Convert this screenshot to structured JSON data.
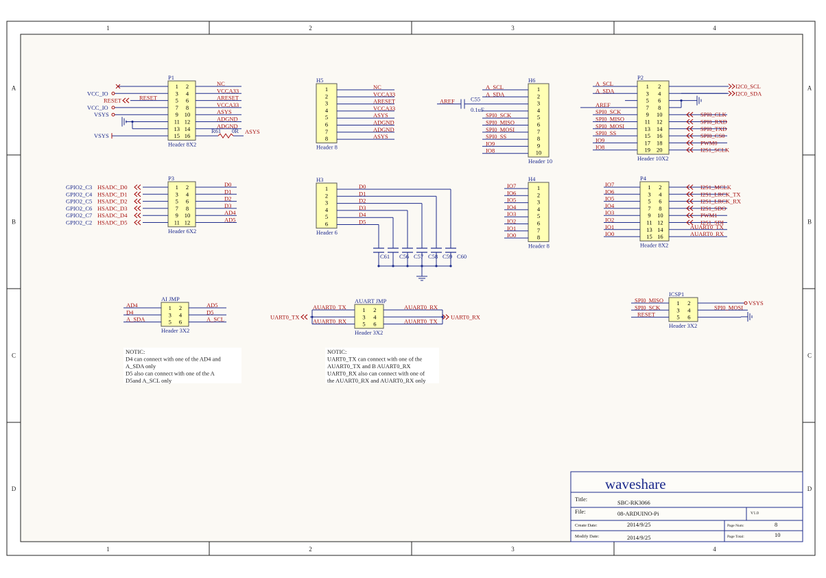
{
  "frame": {
    "top_cols": [
      "1",
      "2",
      "3",
      "4"
    ],
    "bottom_cols": [
      "1",
      "2",
      "3",
      "4"
    ],
    "left_rows": [
      "A",
      "B",
      "C",
      "D"
    ],
    "right_rows": [
      "A",
      "B",
      "C",
      "D"
    ]
  },
  "p1": {
    "ref": "P1",
    "footer": "Header 8X2",
    "pins": [
      [
        "1",
        "2"
      ],
      [
        "3",
        "4"
      ],
      [
        "5",
        "6"
      ],
      [
        "7",
        "8"
      ],
      [
        "9",
        "10"
      ],
      [
        "11",
        "12"
      ],
      [
        "13",
        "14"
      ],
      [
        "15",
        "16"
      ]
    ],
    "right_nets": [
      "NC",
      "VCCA33",
      "ARESET",
      "VCCA33",
      "ASYS",
      "ADGND",
      "ADGND"
    ],
    "left_nets": [
      "VCC_IO",
      "RESET",
      "VCC_IO",
      "VSYS",
      "VSYS"
    ],
    "reset_label": "RESET",
    "resistor_ref": "R61",
    "resistor_val": "0R",
    "resistor_net": "ASYS"
  },
  "h5": {
    "ref": "H5",
    "footer": "Header 8",
    "pins": [
      "1",
      "2",
      "3",
      "4",
      "5",
      "6",
      "7",
      "8"
    ],
    "nets": [
      "NC",
      "VCCA33",
      "ARESET",
      "VCCA33",
      "ASYS",
      "ADGND",
      "ADGND",
      "ASYS"
    ]
  },
  "h6": {
    "ref": "H6",
    "footer": "Header 10",
    "pins": [
      "1",
      "2",
      "3",
      "4",
      "5",
      "6",
      "7",
      "8",
      "9",
      "10"
    ],
    "nets": [
      "A_SCL",
      "A_SDA",
      "",
      "",
      "SPI0_SCK",
      "SPI0_MISO",
      "SPI0_MOSI",
      "SPI0_SS",
      "IO9",
      "IO8"
    ],
    "aref": "AREF",
    "cap_ref": "C55",
    "cap_val": "0.1uF"
  },
  "p2": {
    "ref": "P2",
    "footer": "Header 10X2",
    "pins": [
      [
        "1",
        "2"
      ],
      [
        "3",
        "4"
      ],
      [
        "5",
        "6"
      ],
      [
        "7",
        "8"
      ],
      [
        "9",
        "10"
      ],
      [
        "11",
        "12"
      ],
      [
        "13",
        "14"
      ],
      [
        "15",
        "16"
      ],
      [
        "17",
        "18"
      ],
      [
        "19",
        "20"
      ]
    ],
    "left_nets": [
      "A_SCL",
      "A_SDA",
      "AREF",
      "SPI0_SCK",
      "SPI0_MISO",
      "SPI0_MOSI",
      "SPI0_SS",
      "IO9",
      "IO8"
    ],
    "right_nets": [
      "I2C0_SCL",
      "I2C0_SDA",
      "SPI0_CLK",
      "SPI0_RXD",
      "SPI0_TXD",
      "SPI0_CS0",
      "PWM0",
      "I2S1_SCLK"
    ]
  },
  "p3": {
    "ref": "P3",
    "footer": "Header 6X2",
    "pins": [
      [
        "1",
        "2"
      ],
      [
        "3",
        "4"
      ],
      [
        "5",
        "6"
      ],
      [
        "7",
        "8"
      ],
      [
        "9",
        "10"
      ],
      [
        "11",
        "12"
      ]
    ],
    "left_nets": [
      "GPIO2_C3",
      "GPIO2_C4",
      "GPIO2_C5",
      "GPIO2_C6",
      "GPIO2_C7",
      "GPIO2_C2"
    ],
    "left_ports": [
      "HSADC_D0",
      "HSADC_D1",
      "HSADC_D2",
      "HSADC_D3",
      "HSADC_D4",
      "HSADC_D5"
    ],
    "right_nets": [
      "D0",
      "D1",
      "D2",
      "D3",
      "AD4",
      "AD5"
    ]
  },
  "h3": {
    "ref": "H3",
    "footer": "Header 6",
    "pins": [
      "1",
      "2",
      "3",
      "4",
      "5",
      "6"
    ],
    "nets": [
      "D0",
      "D1",
      "D2",
      "D3",
      "D4",
      "D5"
    ],
    "caps": [
      "C61",
      "C56",
      "C57",
      "C58",
      "C59",
      "C60"
    ]
  },
  "h4": {
    "ref": "H4",
    "footer": "Header 8",
    "pins": [
      "1",
      "2",
      "3",
      "4",
      "5",
      "6",
      "7",
      "8"
    ],
    "nets": [
      "IO7",
      "IO6",
      "IO5",
      "IO4",
      "IO3",
      "IO2",
      "IO1",
      "IO0"
    ]
  },
  "p4": {
    "ref": "P4",
    "footer": "Header 8X2",
    "pins": [
      [
        "1",
        "2"
      ],
      [
        "3",
        "4"
      ],
      [
        "5",
        "6"
      ],
      [
        "7",
        "8"
      ],
      [
        "9",
        "10"
      ],
      [
        "11",
        "12"
      ],
      [
        "13",
        "14"
      ],
      [
        "15",
        "16"
      ]
    ],
    "left_nets": [
      "IO7",
      "IO6",
      "IO5",
      "IO4",
      "IO3",
      "IO2",
      "IO1",
      "IO0"
    ],
    "right_nets": [
      "I2S1_MCLK",
      "I2S1_LRCK_TX",
      "I2S1_LRCK_RX",
      "I2S1_SDO",
      "PWM1",
      "I2S1_SDI",
      "AUART0_TX",
      "AUART0_RX"
    ]
  },
  "aijmp": {
    "ref": "AI JMP",
    "footer": "Header 3X2",
    "pins": [
      [
        "1",
        "2"
      ],
      [
        "3",
        "4"
      ],
      [
        "5",
        "6"
      ]
    ],
    "left_nets": [
      "AD4",
      "D4",
      "A_SDA"
    ],
    "right_nets": [
      "AD5",
      "D5",
      "A_SCL"
    ]
  },
  "auartjmp": {
    "ref": "AUART JMP",
    "footer": "Header 3X2",
    "pins": [
      [
        "1",
        "2"
      ],
      [
        "3",
        "4"
      ],
      [
        "5",
        "6"
      ]
    ],
    "left_nets": [
      "AUART0_TX",
      "AUART0_RX"
    ],
    "right_nets": [
      "AUART0_RX",
      "AUART0_TX"
    ],
    "left_port": "UART0_TX",
    "right_port": "UART0_RX"
  },
  "icsp": {
    "ref": "ICSP1",
    "footer": "Header 3X2",
    "pins": [
      [
        "1",
        "2"
      ],
      [
        "3",
        "4"
      ],
      [
        "5",
        "6"
      ]
    ],
    "left_nets": [
      "SPI0_MISO",
      "SPI0_SCK",
      "RESET"
    ],
    "right_net": "SPI0_MOSI",
    "power": "VSYS"
  },
  "notes": {
    "left": [
      "NOTIC:",
      "D4 can connect with one of the AD4 and",
      "A_SDA only",
      "D5 also can connect with one of the A",
      "D5and A_SCL only"
    ],
    "right": [
      "NOTIC:",
      "UART0_TX can connect with one of the",
      "AUART0_TX and B AUART0_RX",
      "UART0_RX also can connect with one of",
      "the AUART0_RX and AUART0_RX only"
    ]
  },
  "title_block": {
    "brand": "waveshare",
    "title_label": "Title:",
    "title": "SBC-RK3066",
    "file_label": "File:",
    "file": "08-ARDUINO-Pi",
    "version": "V1.0",
    "create_label": "Create Date:",
    "create_date": "2014/9/25",
    "modify_label": "Modify Date:",
    "modify_date": "2014/9/25",
    "page_num_label": "Page Num:",
    "page_num": "8",
    "page_total_label": "Page Total:",
    "page_total": "10"
  },
  "colors": {
    "wire": "#1c2a8c",
    "net_label": "#a6100f",
    "body": "#ffffb4",
    "frame": "#222222",
    "background": "#fbf9f4"
  }
}
